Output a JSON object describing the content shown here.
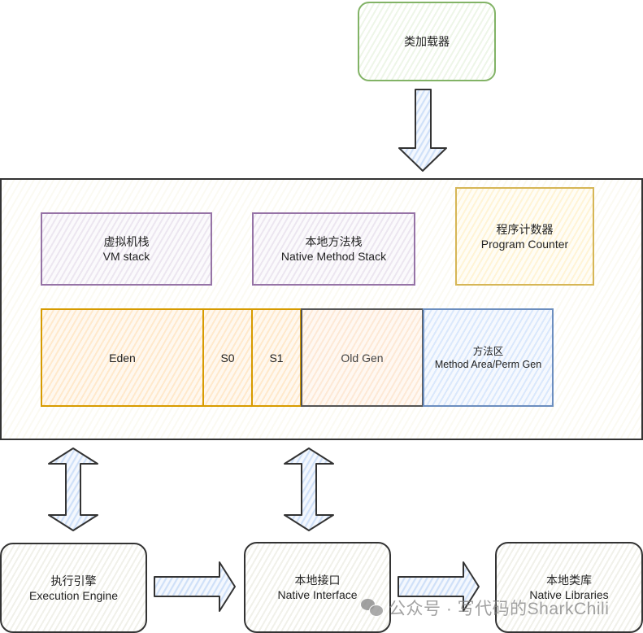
{
  "class_loader": {
    "label": "类加载器"
  },
  "runtime_area": {
    "vm_stack": {
      "line1": "虚拟机栈",
      "line2": "VM stack"
    },
    "native_method_stack": {
      "line1": "本地方法栈",
      "line2": "Native Method Stack"
    },
    "program_counter": {
      "line1": "程序计数器",
      "line2": "Program Counter"
    },
    "heap": {
      "eden": "Eden",
      "s0": "S0",
      "s1": "S1",
      "old_gen": "Old Gen"
    },
    "method_area": {
      "line1": "方法区",
      "line2": "Method Area/Perm Gen"
    }
  },
  "execution_engine": {
    "line1": "执行引擎",
    "line2": "Execution Engine"
  },
  "native_interface": {
    "line1": "本地接口",
    "line2": "Native Interface"
  },
  "native_libraries": {
    "line1": "本地类库",
    "line2": "Native Libraries"
  },
  "watermark": {
    "text": "公众号 · 写代码的SharkChili"
  },
  "colors": {
    "class_loader_border": "#82b366",
    "stack_border": "#9673a6",
    "program_counter_border": "#d6b656",
    "heap_border": "#d79b00",
    "method_area_border": "#6c8ebf",
    "arrow_fill": "#dae8fc",
    "outline": "#333333"
  }
}
